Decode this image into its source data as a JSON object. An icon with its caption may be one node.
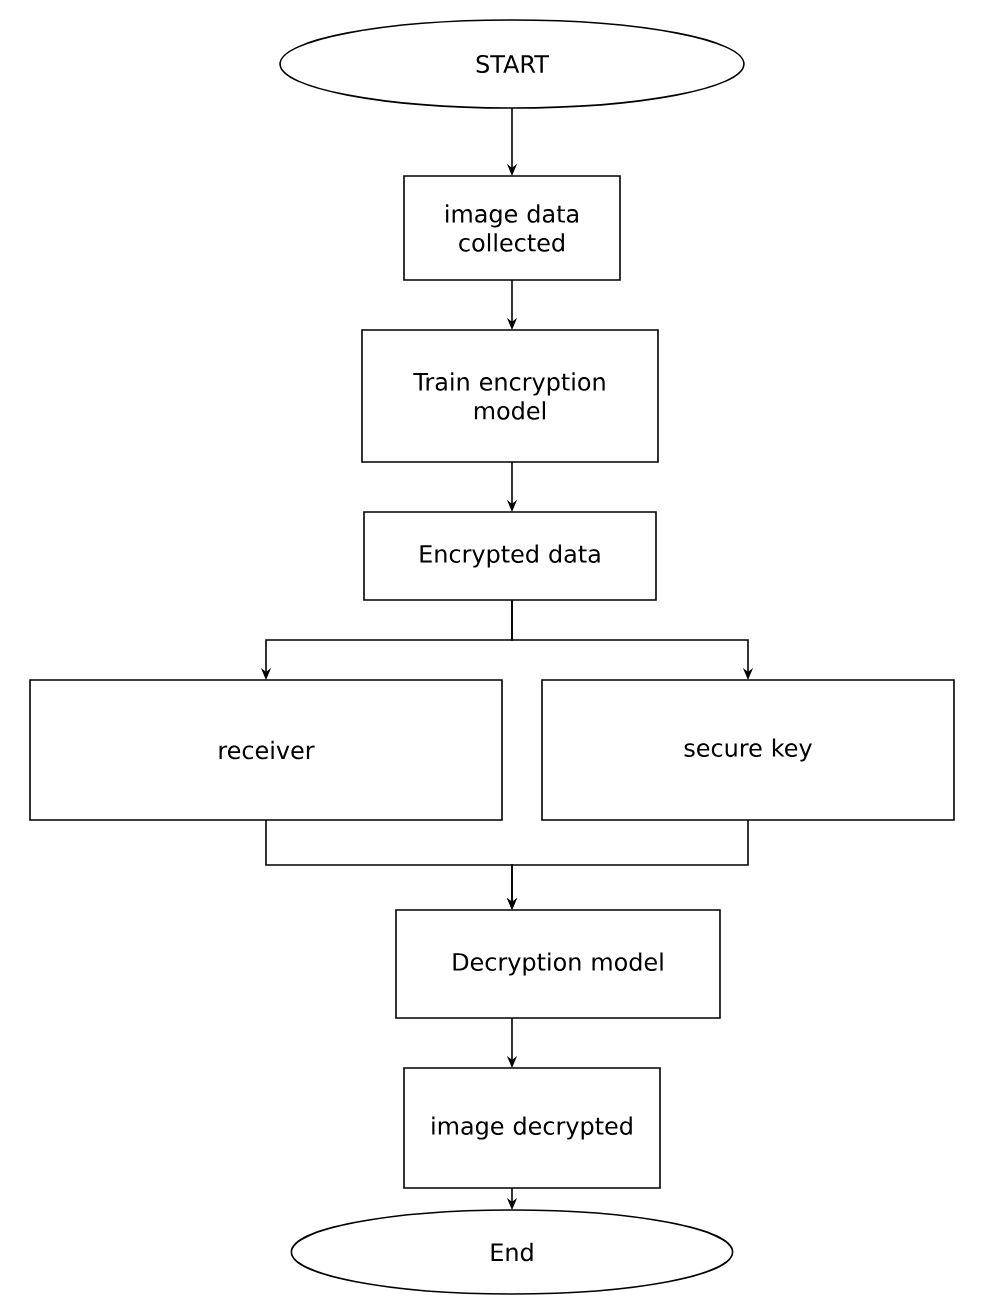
{
  "diagram": {
    "nodes": [
      {
        "text": [
          "START"
        ]
      },
      {
        "text": [
          "image data collected"
        ]
      },
      {
        "text": [
          "Train encryption model"
        ]
      },
      {
        "text": [
          "Encrypted data"
        ]
      },
      {
        "text": [
          "receiver"
        ]
      },
      {
        "text": [
          "secure key"
        ]
      },
      {
        "text": [
          "Decryption model"
        ]
      },
      {
        "text": [
          "image decrypted"
        ]
      },
      {
        "text": [
          "End"
        ]
      }
    ],
    "edges": [
      {
        "from": 0,
        "to": 1,
        "arrow": "to"
      },
      {
        "from": 1,
        "to": 2,
        "arrow": "to"
      },
      {
        "from": 2,
        "to": 3,
        "arrow": "to"
      },
      {
        "from": 3,
        "to": 4,
        "arrow": "to"
      },
      {
        "from": 3,
        "to": 5,
        "arrow": "to"
      },
      {
        "from": 4,
        "to": 6,
        "arrow": "to"
      },
      {
        "from": 5,
        "to": 6,
        "arrow": "to"
      },
      {
        "from": 6,
        "to": 7,
        "arrow": "to"
      },
      {
        "from": 7,
        "to": 8,
        "arrow": "to"
      }
    ]
  }
}
